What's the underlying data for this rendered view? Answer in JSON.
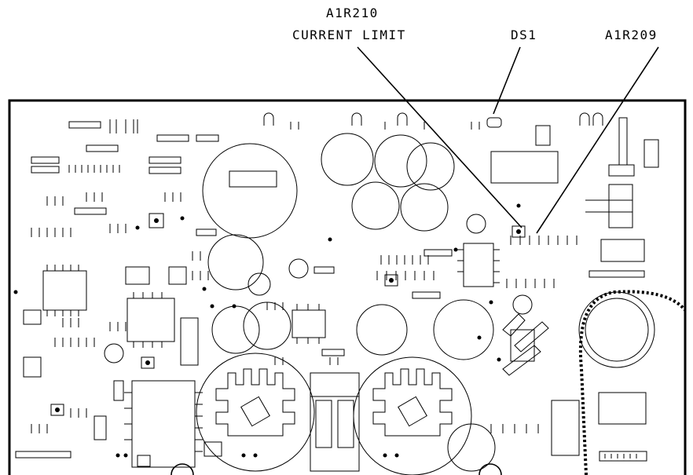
{
  "diagram": {
    "labels": {
      "a1r210": "A1R210",
      "current_limit": "CURRENT  LIMIT",
      "ds1": "DS1",
      "a1r209": "A1R209"
    }
  }
}
